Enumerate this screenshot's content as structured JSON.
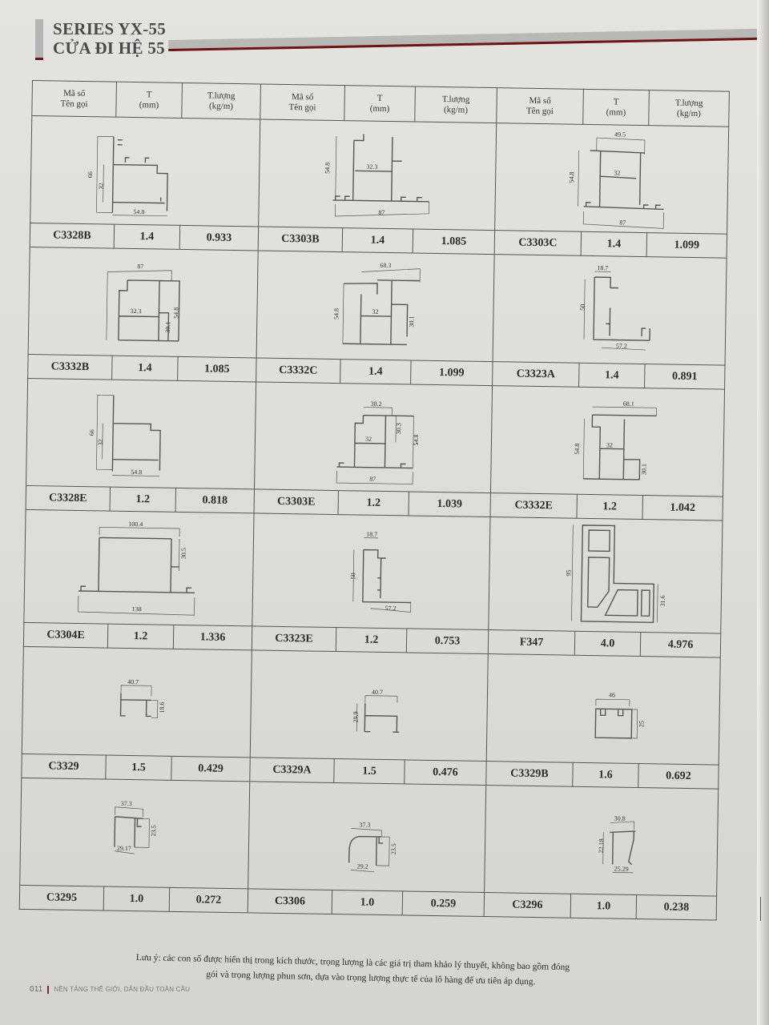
{
  "header": {
    "title_line1": "SERIES YX-55",
    "title_line2": "CỬA ĐI HỆ 55"
  },
  "table": {
    "column_headers": {
      "code": "Mã số\nTên gọi",
      "code_line1": "Mã số",
      "code_line2": "Tên gọi",
      "thickness_line1": "T",
      "thickness_line2": "(mm)",
      "weight_line1": "T.lượng",
      "weight_line2": "(kg/m)"
    },
    "rows": [
      [
        {
          "code": "C3328B",
          "t": "1.4",
          "weight": "0.933",
          "dims": [
            "66",
            "32",
            "54.8"
          ]
        },
        {
          "code": "C3303B",
          "t": "1.4",
          "weight": "1.085",
          "dims": [
            "54.8",
            "32.3",
            "87"
          ]
        },
        {
          "code": "C3303C",
          "t": "1.4",
          "weight": "1.099",
          "dims": [
            "49.5",
            "54.8",
            "32",
            "87"
          ]
        }
      ],
      [
        {
          "code": "C3332B",
          "t": "1.4",
          "weight": "1.085",
          "dims": [
            "87",
            "32.3",
            "30.1",
            "54.8"
          ]
        },
        {
          "code": "C3332C",
          "t": "1.4",
          "weight": "1.099",
          "dims": [
            "68.3",
            "54.8",
            "32",
            "30.1"
          ]
        },
        {
          "code": "C3323A",
          "t": "1.4",
          "weight": "0.891",
          "dims": [
            "18.7",
            "50",
            "57.2"
          ]
        }
      ],
      [
        {
          "code": "C3328E",
          "t": "1.2",
          "weight": "0.818",
          "dims": [
            "66",
            "32",
            "54.8"
          ]
        },
        {
          "code": "C3303E",
          "t": "1.2",
          "weight": "1.039",
          "dims": [
            "38.2",
            "30.3",
            "32",
            "54.8",
            "87"
          ]
        },
        {
          "code": "C3332E",
          "t": "1.2",
          "weight": "1.042",
          "dims": [
            "68.1",
            "54.8",
            "32",
            "30.1"
          ]
        }
      ],
      [
        {
          "code": "C3304E",
          "t": "1.2",
          "weight": "1.336",
          "dims": [
            "100.4",
            "30.5",
            "138"
          ]
        },
        {
          "code": "C3323E",
          "t": "1.2",
          "weight": "0.753",
          "dims": [
            "18.7",
            "50",
            "57.2"
          ]
        },
        {
          "code": "F347",
          "t": "4.0",
          "weight": "4.976",
          "dims": [
            "95",
            "31.6"
          ]
        }
      ],
      [
        {
          "code": "C3329",
          "t": "1.5",
          "weight": "0.429",
          "dims": [
            "40.7",
            "18.6"
          ]
        },
        {
          "code": "C3329A",
          "t": "1.5",
          "weight": "0.476",
          "dims": [
            "40.7",
            "29.9"
          ]
        },
        {
          "code": "C3329B",
          "t": "1.6",
          "weight": "0.692",
          "dims": [
            "46",
            "25"
          ]
        }
      ],
      [
        {
          "code": "C3295",
          "t": "1.0",
          "weight": "0.272",
          "dims": [
            "37.3",
            "23.5",
            "29.17"
          ]
        },
        {
          "code": "C3306",
          "t": "1.0",
          "weight": "0.259",
          "dims": [
            "37.3",
            "23.5",
            "29.2"
          ]
        },
        {
          "code": "C3296",
          "t": "1.0",
          "weight": "0.238",
          "dims": [
            "30.8",
            "22.18",
            "25.29"
          ]
        }
      ]
    ]
  },
  "note": {
    "line1": "Lưu ý: các con số được hiển thị trong kích thước, trọng lượng là các giá trị tham khảo lý thuyết, không bao gồm đóng",
    "line2": "gói và trọng lượng phun sơn, dựa vào trọng lượng thực tế của lô hàng  để ưu tiên áp dụng."
  },
  "footer": {
    "page_number": "011",
    "slogan": "NỀN TẢNG THẾ GIỚI, DẪN ĐẦU TOÀN CẦU"
  },
  "colors": {
    "accent_red": "#6d1414",
    "header_gray": "#b4b4b4",
    "paper": "#e0dfda"
  }
}
